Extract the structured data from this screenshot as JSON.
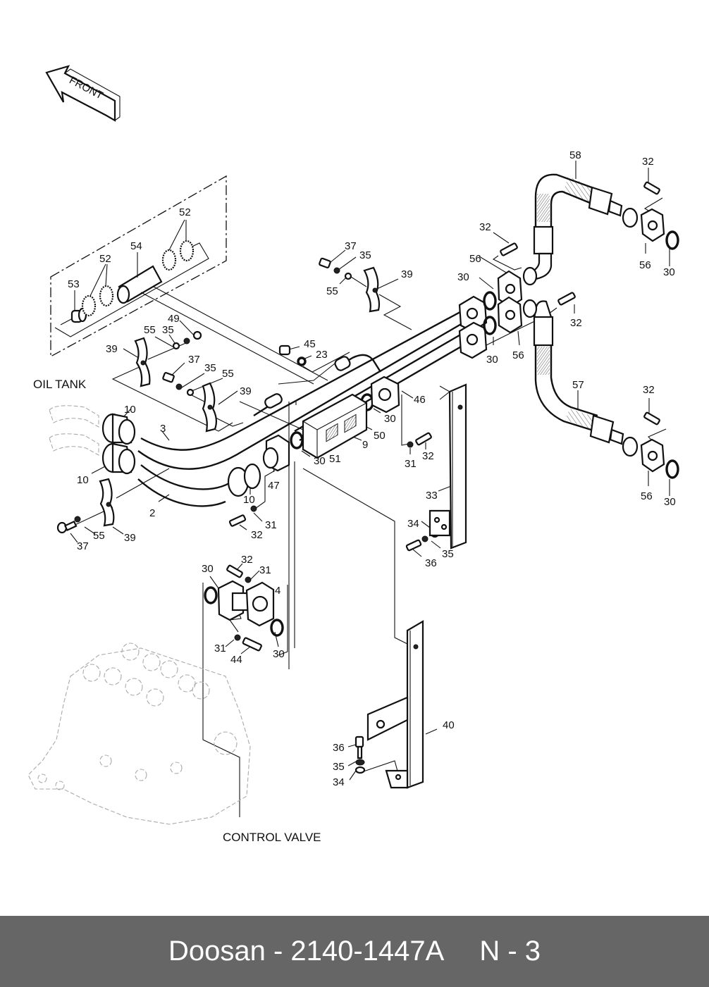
{
  "document": {
    "title": "Doosan - 2140-1447A",
    "brand": "Doosan",
    "part_number": "2140-1447A",
    "page_ref": "N - 3"
  },
  "labels": {
    "front_arrow": "FRONT",
    "oil_tank": "OIL TANK",
    "control_valve": "CONTROL VALVE"
  },
  "callouts": [
    {
      "id": "c58",
      "text": "58"
    },
    {
      "id": "c32a",
      "text": "32"
    },
    {
      "id": "c32b",
      "text": "32"
    },
    {
      "id": "c56a",
      "text": "56"
    },
    {
      "id": "c30a",
      "text": "30"
    },
    {
      "id": "c56b",
      "text": "56"
    },
    {
      "id": "c30b",
      "text": "30"
    },
    {
      "id": "c30c",
      "text": "30"
    },
    {
      "id": "c56c",
      "text": "56"
    },
    {
      "id": "c32c",
      "text": "32"
    },
    {
      "id": "c57",
      "text": "57"
    },
    {
      "id": "c32d",
      "text": "32"
    },
    {
      "id": "c56d",
      "text": "56"
    },
    {
      "id": "c30d",
      "text": "30"
    },
    {
      "id": "c52a",
      "text": "52"
    },
    {
      "id": "c54",
      "text": "54"
    },
    {
      "id": "c52b",
      "text": "52"
    },
    {
      "id": "c53",
      "text": "53"
    },
    {
      "id": "c37a",
      "text": "37"
    },
    {
      "id": "c35a",
      "text": "35"
    },
    {
      "id": "c55a",
      "text": "55"
    },
    {
      "id": "c39a",
      "text": "39"
    },
    {
      "id": "c49",
      "text": "49"
    },
    {
      "id": "c55b",
      "text": "55"
    },
    {
      "id": "c35b",
      "text": "35"
    },
    {
      "id": "c39b",
      "text": "39"
    },
    {
      "id": "c37b",
      "text": "37"
    },
    {
      "id": "c35c",
      "text": "35"
    },
    {
      "id": "c55c",
      "text": "55"
    },
    {
      "id": "c39c",
      "text": "39"
    },
    {
      "id": "c45",
      "text": "45"
    },
    {
      "id": "c23",
      "text": "23"
    },
    {
      "id": "c46",
      "text": "46"
    },
    {
      "id": "c30e",
      "text": "30"
    },
    {
      "id": "c50",
      "text": "50"
    },
    {
      "id": "c9",
      "text": "9"
    },
    {
      "id": "c51",
      "text": "51"
    },
    {
      "id": "c30f",
      "text": "30"
    },
    {
      "id": "c47",
      "text": "47"
    },
    {
      "id": "c10a",
      "text": "10"
    },
    {
      "id": "c10b",
      "text": "10"
    },
    {
      "id": "c10c",
      "text": "10"
    },
    {
      "id": "c3",
      "text": "3"
    },
    {
      "id": "c2",
      "text": "2"
    },
    {
      "id": "c31a",
      "text": "31"
    },
    {
      "id": "c32e",
      "text": "32"
    },
    {
      "id": "c31b",
      "text": "31"
    },
    {
      "id": "c32f",
      "text": "32"
    },
    {
      "id": "c33",
      "text": "33"
    },
    {
      "id": "c34a",
      "text": "34"
    },
    {
      "id": "c35d",
      "text": "35"
    },
    {
      "id": "c36a",
      "text": "36"
    },
    {
      "id": "c37c",
      "text": "37"
    },
    {
      "id": "c55d",
      "text": "55"
    },
    {
      "id": "c39d",
      "text": "39"
    },
    {
      "id": "c30g",
      "text": "30"
    },
    {
      "id": "c32g",
      "text": "32"
    },
    {
      "id": "c31c",
      "text": "31"
    },
    {
      "id": "c4",
      "text": "4"
    },
    {
      "id": "c31d",
      "text": "31"
    },
    {
      "id": "c44",
      "text": "44"
    },
    {
      "id": "c30h",
      "text": "30"
    },
    {
      "id": "c40",
      "text": "40"
    },
    {
      "id": "c36b",
      "text": "36"
    },
    {
      "id": "c35e",
      "text": "35"
    },
    {
      "id": "c34b",
      "text": "34"
    }
  ]
}
